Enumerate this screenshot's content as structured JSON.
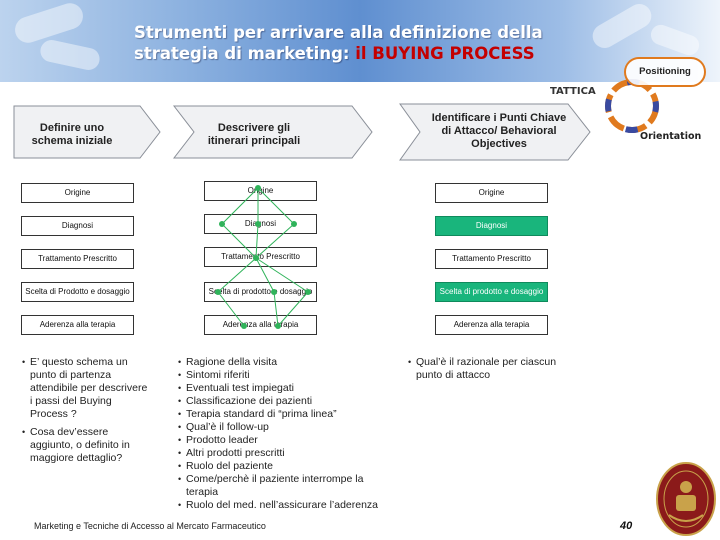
{
  "header": {
    "title_line1": "Strumenti per arrivare alla definizione della",
    "title_line2_prefix": "strategia di marketing: ",
    "title_line2_highlight": "il BUYING PROCESS"
  },
  "positioning": {
    "badge": "Positioning",
    "tattica": "TATTICA",
    "orientation": "Orientation"
  },
  "arrows": [
    {
      "label": "Definire uno schema iniziale"
    },
    {
      "label": "Descrivere gli itinerari principali"
    },
    {
      "label": "Identificare i Punti Chiave di Attacco/ Behavioral Objectives"
    }
  ],
  "columns": [
    {
      "steps": [
        "Origine",
        "Diagnosi",
        "Trattamento Prescritto",
        "Scelta di Prodotto e dosaggio",
        "Aderenza alla terapia"
      ]
    },
    {
      "steps": [
        "Origine",
        "Diagnosi",
        "Trattamento Prescritto",
        "Scelta di prodotto e dosaggio",
        "Aderenza alla terapia"
      ]
    },
    {
      "steps": [
        "Origine",
        "Diagnosi",
        "Trattamento Prescritto",
        "Scelta di prodotto e dosaggio",
        "Aderenza alla terapia"
      ],
      "highlighted": [
        1,
        3
      ]
    }
  ],
  "bullets": {
    "col1": [
      "E’ questo schema un punto di partenza attendibile per descrivere i passi del Buying Process ?",
      "Cosa dev’essere aggiunto, o definito in maggiore dettaglio?"
    ],
    "col2": [
      "Ragione della visita",
      "Sintomi riferiti",
      "Eventuali test impiegati",
      "Classificazione dei pazienti",
      "Terapia standard di “prima linea”",
      "Qual’è il follow-up",
      "Prodotto leader",
      "Altri prodotti prescritti",
      "Ruolo del paziente",
      "Come/perchè il paziente interrompe la terapia",
      "Ruolo del med. nell’assicurare l’aderenza"
    ],
    "col3": [
      "Qual’è il razionale per ciascun punto di attacco"
    ]
  },
  "footer": {
    "text": "Marketing e Tecniche di Accesso al Mercato Farmaceutico",
    "page": "40"
  },
  "colors": {
    "banner_blue": "#5f8fd0",
    "highlight_red": "#c40000",
    "highlight_green": "#19b57c",
    "arrow_fill": "#f0f1f3",
    "seal_red": "#8b1a1a"
  },
  "icons": [
    "pills-decoration",
    "positioning-circle-icon",
    "university-seal-icon"
  ]
}
